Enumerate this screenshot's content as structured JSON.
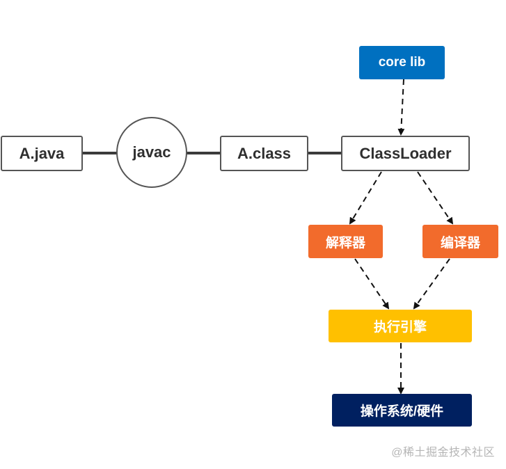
{
  "nodes": {
    "core_lib": "core lib",
    "a_java": "A.java",
    "javac": "javac",
    "a_class": "A.class",
    "classloader": "ClassLoader",
    "interpreter": "解释器",
    "compiler": "编译器",
    "execution_engine": "执行引擎",
    "os_hardware": "操作系统/硬件"
  },
  "watermark": "@稀土掘金技术社区",
  "colors": {
    "blue": "#0070c0",
    "orange": "#f26b2c",
    "yellow": "#ffc000",
    "navy": "#002060",
    "outline": "#555555"
  }
}
